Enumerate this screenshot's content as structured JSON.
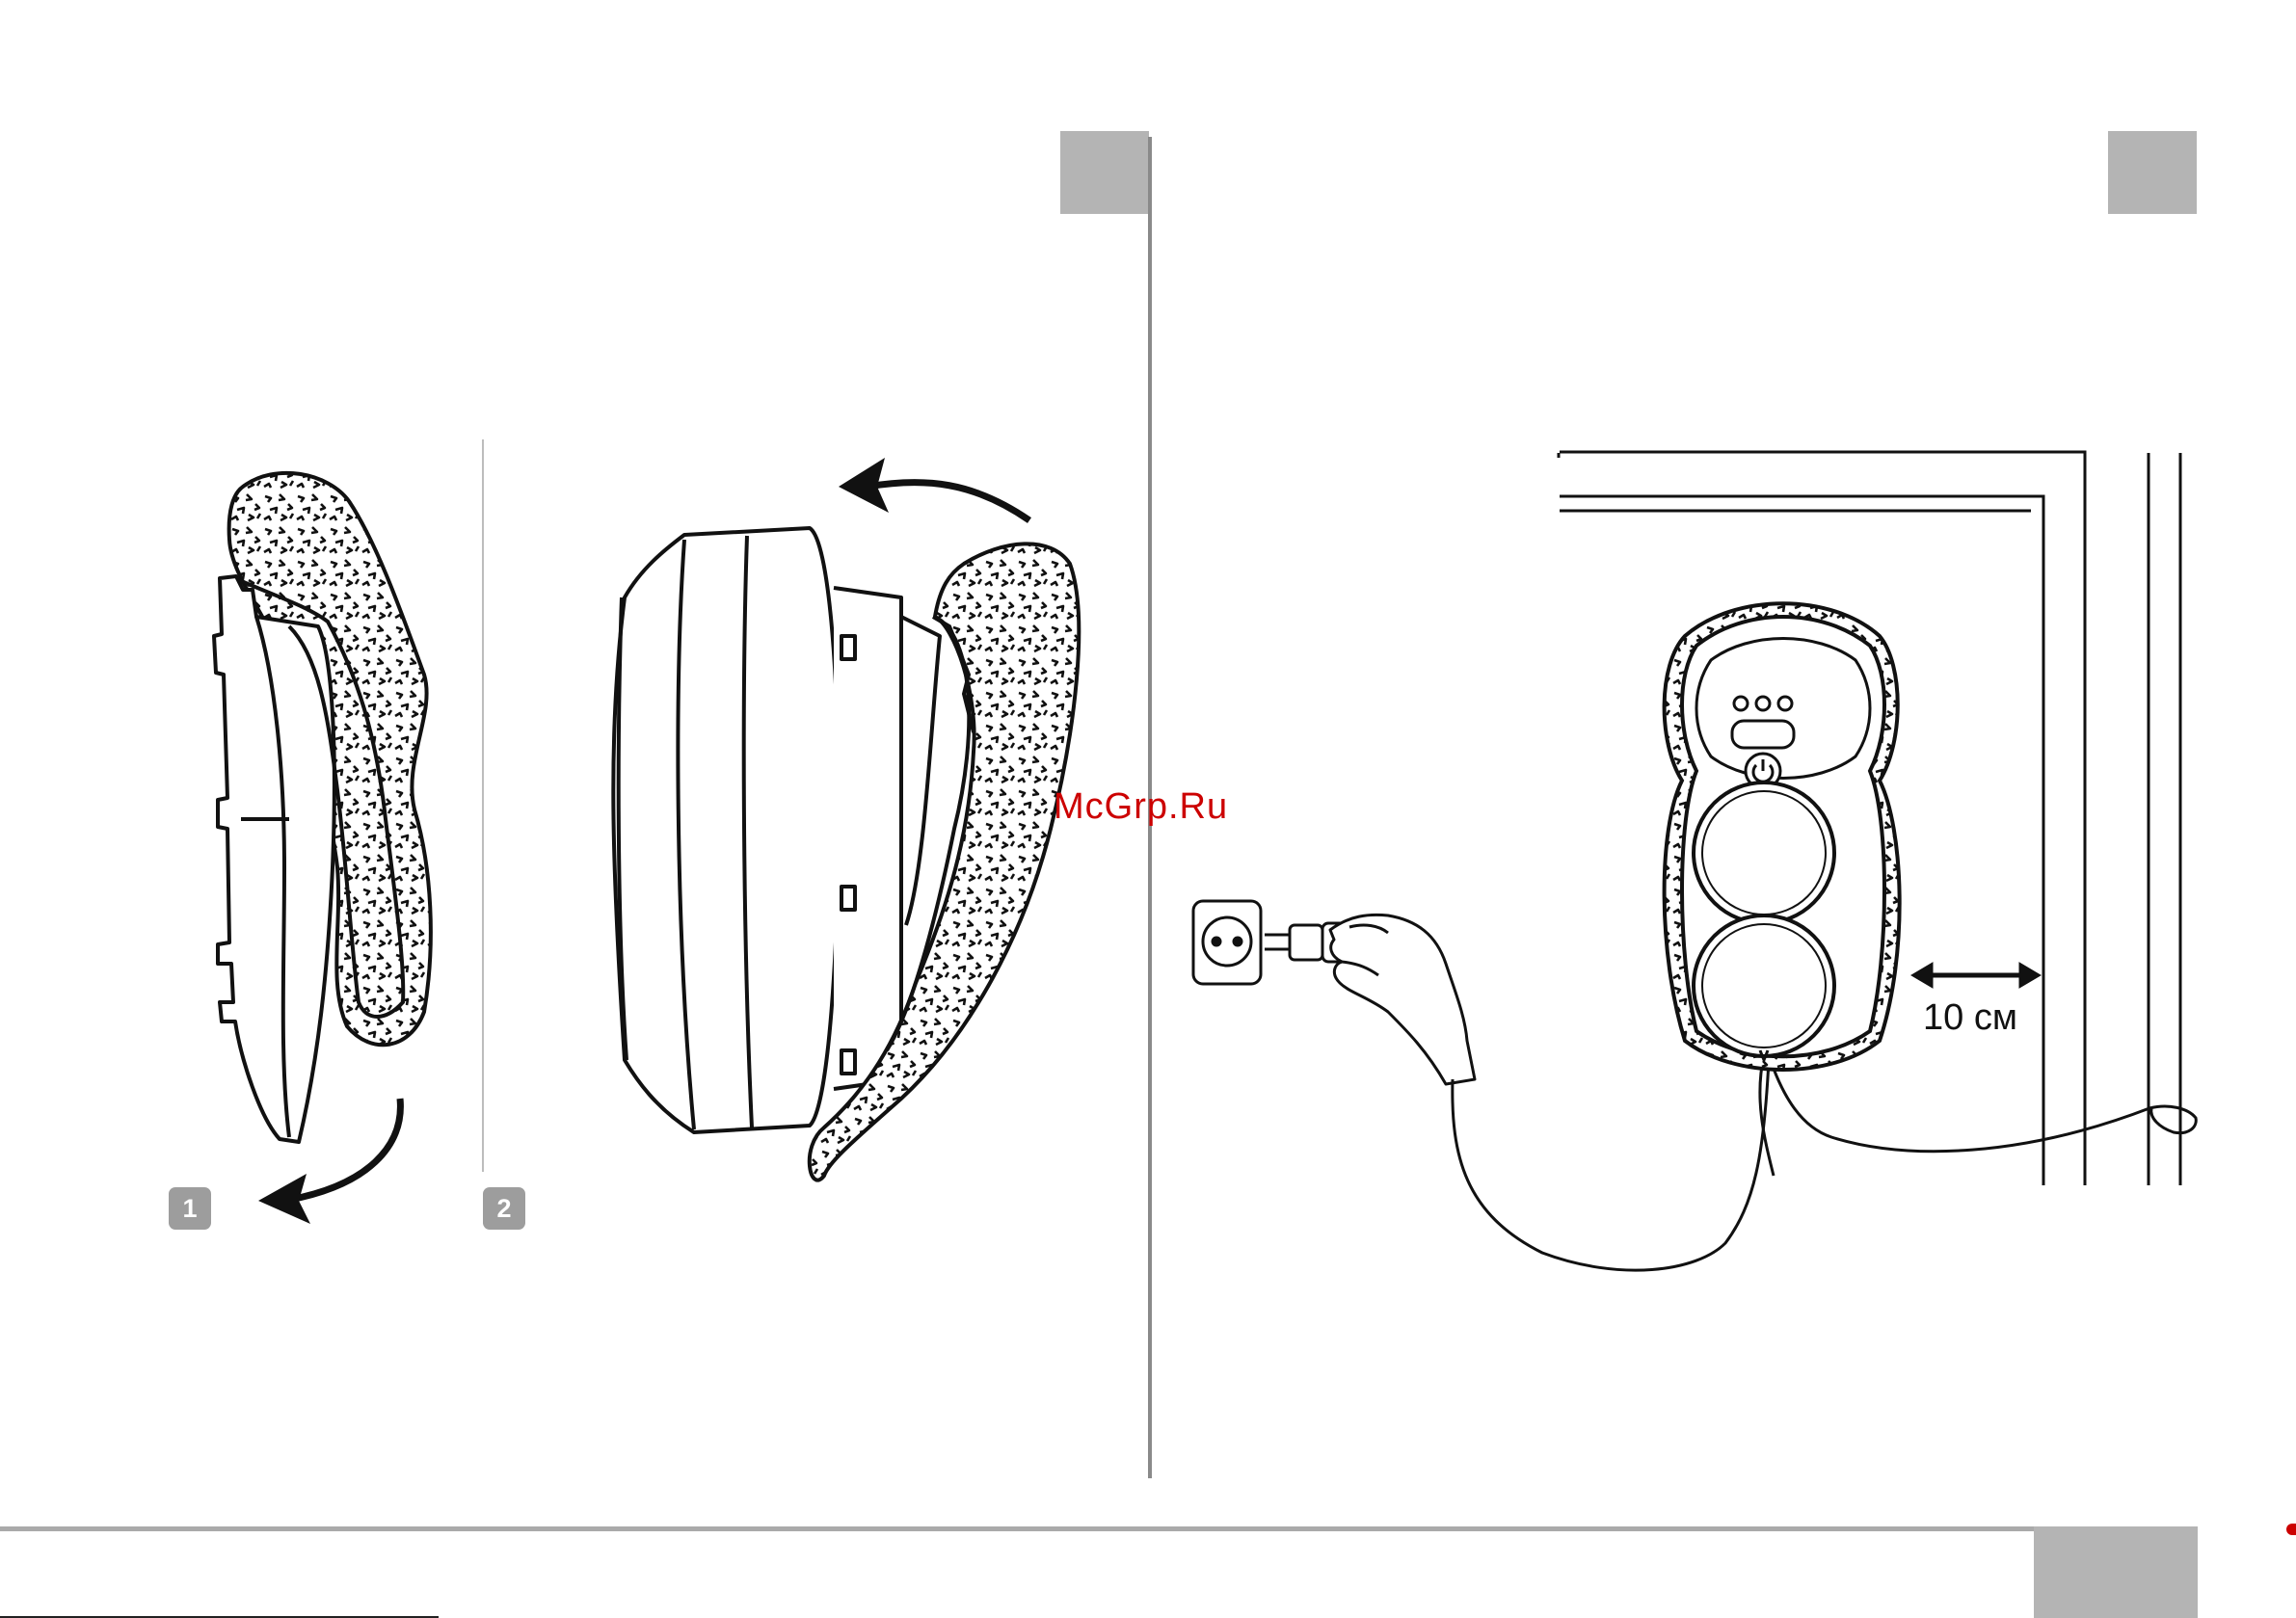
{
  "watermark": "McGrp.Ru",
  "left_panel": {
    "steps": [
      {
        "label": "1"
      },
      {
        "label": "2"
      }
    ]
  },
  "right_panel": {
    "distance_label": "10 см"
  },
  "icons": [
    "fluffy-mop-pad-icon",
    "robot-base-icon",
    "arrow-icon",
    "wall-socket-icon",
    "power-plug-icon",
    "hand-icon",
    "window-cleaning-robot-icon",
    "power-button-icon",
    "safety-rope-icon"
  ],
  "colors": {
    "tab": "#b4b4b4",
    "badge": "#9d9d9d",
    "watermark": "#cc0000",
    "divider": "#8a8a8a"
  }
}
